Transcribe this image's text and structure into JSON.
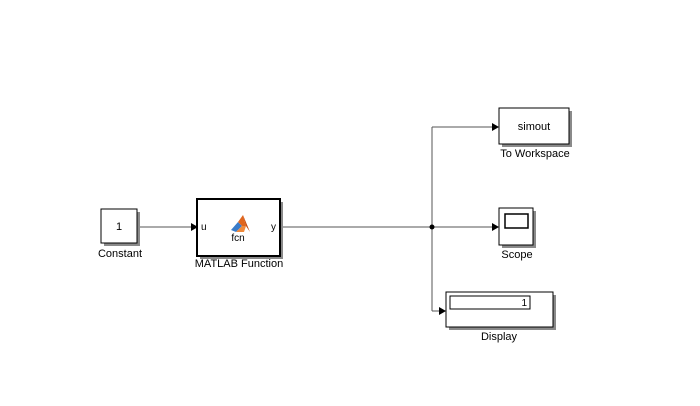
{
  "diagram": {
    "blocks": {
      "constant": {
        "value": "1",
        "label": "Constant"
      },
      "matlab_function": {
        "name": "fcn",
        "input_port": "u",
        "output_port": "y",
        "label": "MATLAB Function"
      },
      "to_workspace": {
        "variable": "simout",
        "label": "To Workspace"
      },
      "scope": {
        "label": "Scope"
      },
      "display": {
        "value": "1",
        "label": "Display"
      }
    },
    "colors": {
      "matlab_logo_orange": "#e0661e",
      "matlab_logo_blue": "#3a7cc9",
      "wire": "#555555",
      "block_border": "#000000"
    }
  }
}
